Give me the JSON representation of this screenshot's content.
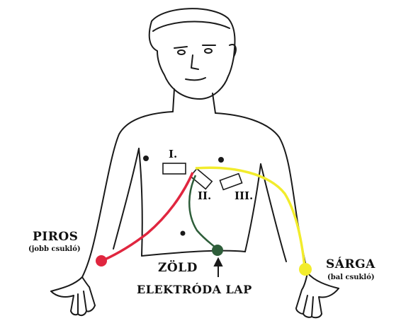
{
  "labels": {
    "red_name": "PIROS",
    "red_note": "(jobb csukló)",
    "yellow_name": "SÁRGA",
    "yellow_note": "(bal csukló)",
    "green_name": "ZÖLD",
    "pad_label": "ELEKTRÓDA LAP",
    "lead_i": "I.",
    "lead_ii": "II.",
    "lead_iii": "III."
  },
  "colors": {
    "red": "#e0263f",
    "yellow": "#f2ec2c",
    "green": "#2e5e3a",
    "outline": "#1a1a1a"
  }
}
